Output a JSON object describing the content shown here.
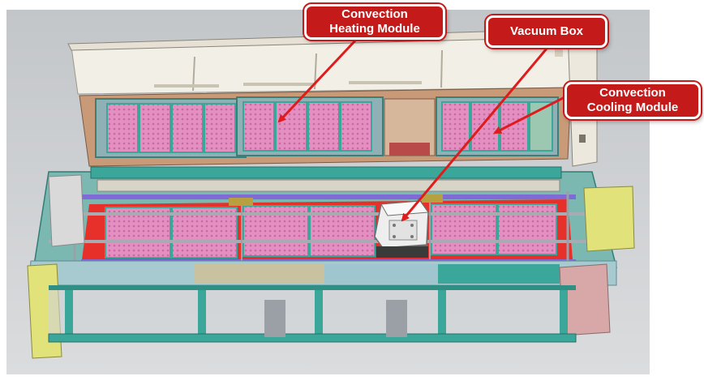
{
  "callouts": {
    "heating": {
      "line1": "Convection",
      "line2": "Heating Module"
    },
    "vacuum": {
      "line1": "Vacuum Box"
    },
    "cooling": {
      "line1": "Convection",
      "line2": "Cooling Module"
    }
  },
  "colors": {
    "callout_fill": "#c41a1a",
    "callout_text": "#ffffff",
    "arrow": "#e01b1b",
    "frame": "#3aa79a",
    "heater_panel": "#e48fc1",
    "conveyor_red": "#e8302a",
    "rail": "#a8acb2",
    "background": "#cdd0d3",
    "hood": "#f2efe6"
  }
}
